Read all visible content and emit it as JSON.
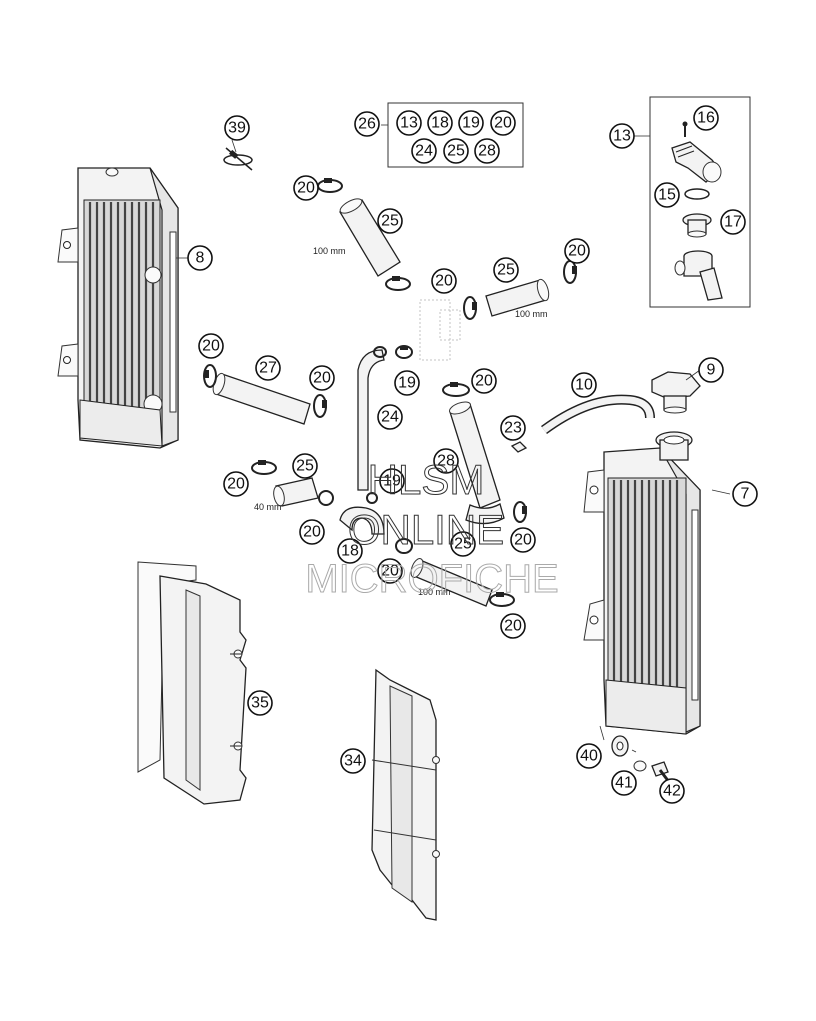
{
  "callouts": [
    {
      "id": "c39",
      "label": "39"
    },
    {
      "id": "c26",
      "label": "26"
    },
    {
      "id": "c13a",
      "label": "13"
    },
    {
      "id": "c18a",
      "label": "18"
    },
    {
      "id": "c19a",
      "label": "19"
    },
    {
      "id": "c20a",
      "label": "20"
    },
    {
      "id": "c24a",
      "label": "24"
    },
    {
      "id": "c25a",
      "label": "25"
    },
    {
      "id": "c28",
      "label": "28"
    },
    {
      "id": "c13b",
      "label": "13"
    },
    {
      "id": "c16",
      "label": "16"
    },
    {
      "id": "c15",
      "label": "15"
    },
    {
      "id": "c17",
      "label": "17"
    },
    {
      "id": "c8",
      "label": "8"
    },
    {
      "id": "c20b",
      "label": "20"
    },
    {
      "id": "c25b",
      "label": "25"
    },
    {
      "id": "c20c",
      "label": "20"
    },
    {
      "id": "c25c",
      "label": "25"
    },
    {
      "id": "c20d",
      "label": "20"
    },
    {
      "id": "c20e",
      "label": "20"
    },
    {
      "id": "c27",
      "label": "27"
    },
    {
      "id": "c20f",
      "label": "20"
    },
    {
      "id": "c19b",
      "label": "19"
    },
    {
      "id": "c20g",
      "label": "20"
    },
    {
      "id": "c10",
      "label": "10"
    },
    {
      "id": "c9",
      "label": "9"
    },
    {
      "id": "c24b",
      "label": "24"
    },
    {
      "id": "c23",
      "label": "23"
    },
    {
      "id": "c20h",
      "label": "20"
    },
    {
      "id": "c25d",
      "label": "25"
    },
    {
      "id": "c28b",
      "label": "28"
    },
    {
      "id": "c19c",
      "label": "19"
    },
    {
      "id": "c7",
      "label": "7"
    },
    {
      "id": "c20i",
      "label": "20"
    },
    {
      "id": "c18b",
      "label": "18"
    },
    {
      "id": "c25e",
      "label": "25"
    },
    {
      "id": "c20j",
      "label": "20"
    },
    {
      "id": "c20k",
      "label": "20"
    },
    {
      "id": "c20l",
      "label": "20"
    },
    {
      "id": "c35",
      "label": "35"
    },
    {
      "id": "c34",
      "label": "34"
    },
    {
      "id": "c40",
      "label": "40"
    },
    {
      "id": "c41",
      "label": "41"
    },
    {
      "id": "c42",
      "label": "42"
    }
  ],
  "dimensions": {
    "d1": "100 mm",
    "d2": "100 mm",
    "d3": "40 mm",
    "d4": "100 mm"
  },
  "watermark": {
    "line1": "HLSM",
    "line2": "ONLINE",
    "line3": "MICROFICHE"
  }
}
